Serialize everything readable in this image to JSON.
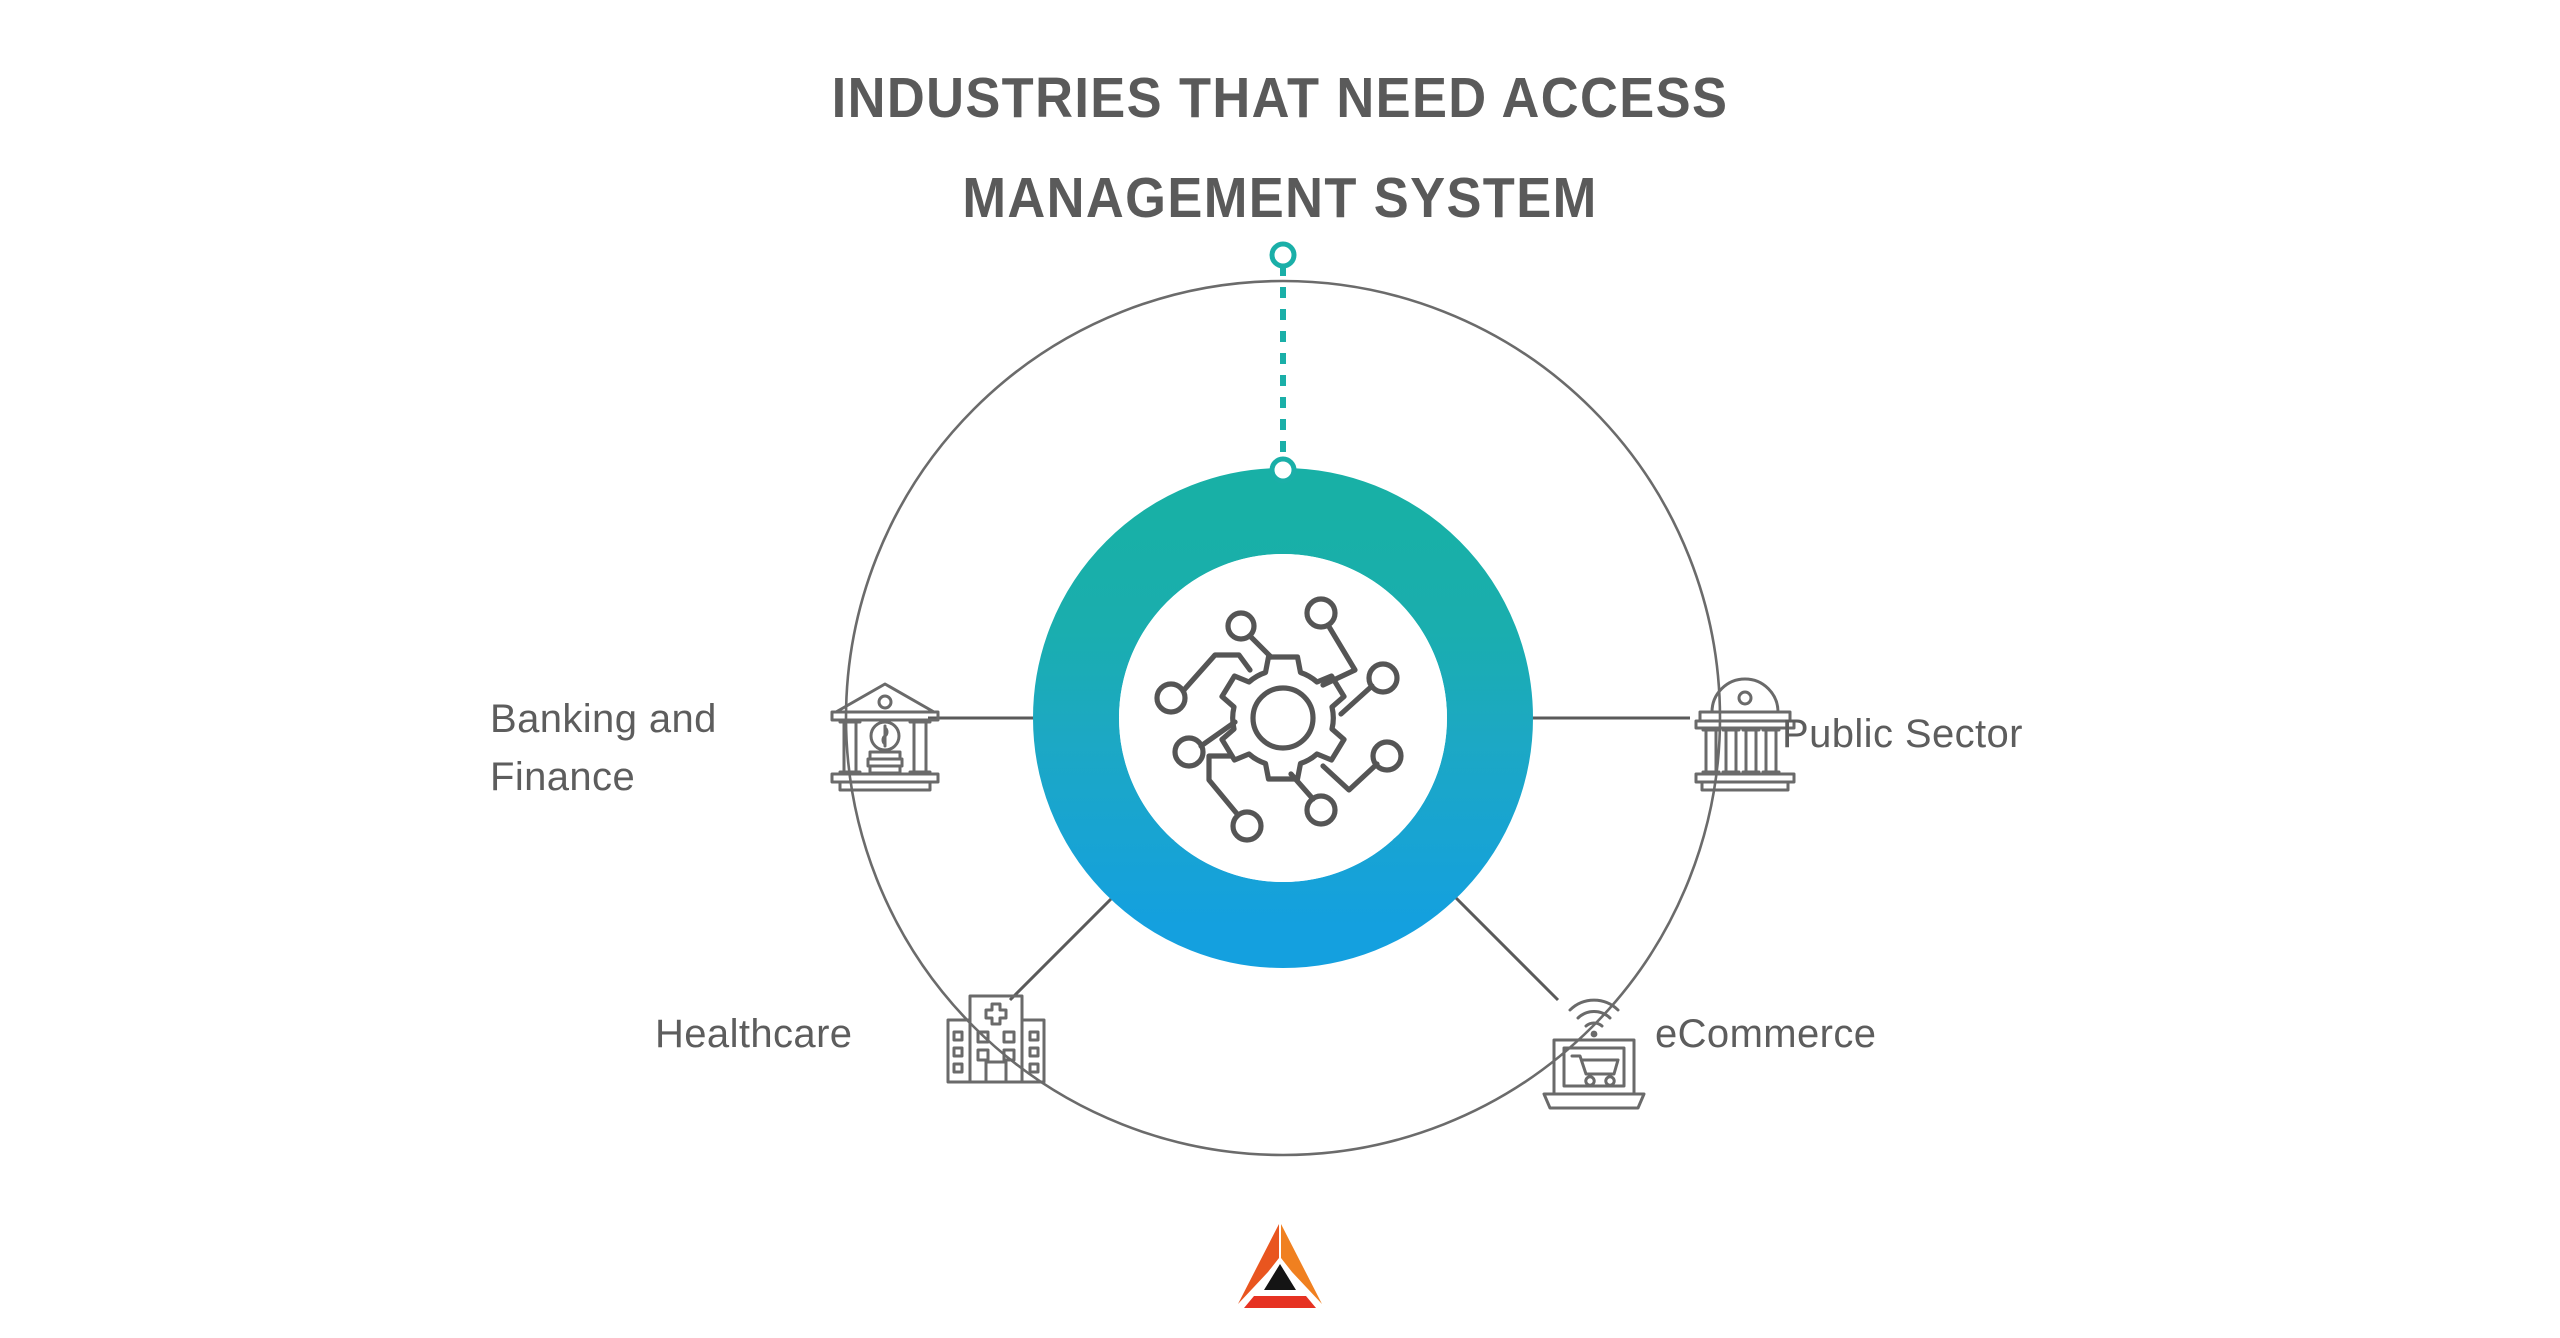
{
  "title": {
    "line1": "INDUSTRIES THAT NEED ACCESS",
    "line2": "MANAGEMENT SYSTEM"
  },
  "center": {
    "icon": "gear-network-icon",
    "ring_gradient_top": "#19AFA9",
    "ring_gradient_bottom": "#15A0DD"
  },
  "connector": {
    "color": "#1AAFA8",
    "style": "dashed",
    "top_marker": "ring-dot",
    "bottom_marker": "ring-dot"
  },
  "industries": [
    {
      "id": "banking-and-finance",
      "label": "Banking and\nFinance",
      "icon": "bank-coins-icon",
      "position": "left"
    },
    {
      "id": "public-sector",
      "label": "Public Sector",
      "icon": "government-building-icon",
      "position": "right"
    },
    {
      "id": "healthcare",
      "label": "Healthcare",
      "icon": "hospital-building-icon",
      "position": "bottom-left"
    },
    {
      "id": "ecommerce",
      "label": "eCommerce",
      "icon": "laptop-cart-wifi-icon",
      "position": "bottom-right"
    }
  ],
  "colors": {
    "title": "#5a5a5a",
    "label": "#5d5d5d",
    "line": "#5a5a5a",
    "outer_circle": "#6b6b6b",
    "logo_orange_left": "#E9551F",
    "logo_orange_right": "#F08020",
    "logo_red": "#E63222",
    "logo_black": "#111111"
  },
  "logo": {
    "name": "company-triangle-logo"
  }
}
